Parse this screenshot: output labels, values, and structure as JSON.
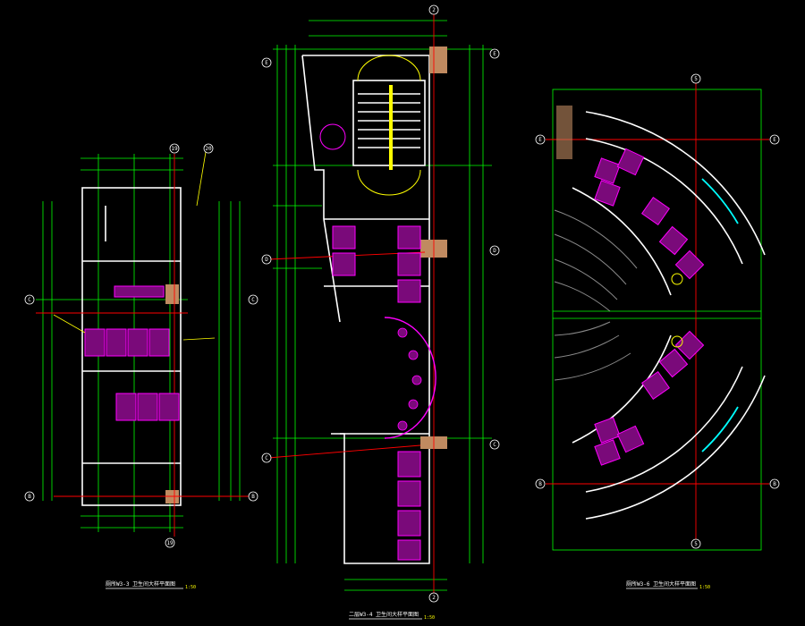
{
  "drawings": [
    {
      "id": "plan-left",
      "title": "厕所W3-3  卫生间大样平面图",
      "scale": "1:50",
      "grid_labels": [
        "19",
        "20",
        "C",
        "C",
        "B",
        "B",
        "19"
      ]
    },
    {
      "id": "plan-middle",
      "title": "二层W3-4  卫生间大样平面图",
      "scale": "1:50",
      "grid_labels": [
        "2",
        "E",
        "E",
        "D",
        "D",
        "C",
        "C",
        "2"
      ]
    },
    {
      "id": "plan-right",
      "title": "厕所W3-6  卫生间大样平面图",
      "scale": "1:50",
      "grid_labels": [
        "5",
        "E",
        "E",
        "B",
        "B",
        "5"
      ]
    }
  ],
  "colors": {
    "background": "#000000",
    "wall": "#ffffff",
    "dimension": "#00ff00",
    "fixture": "#ff00ff",
    "annotation": "#ffff00",
    "axis": "#ff0000",
    "glass": "#00ffff"
  }
}
